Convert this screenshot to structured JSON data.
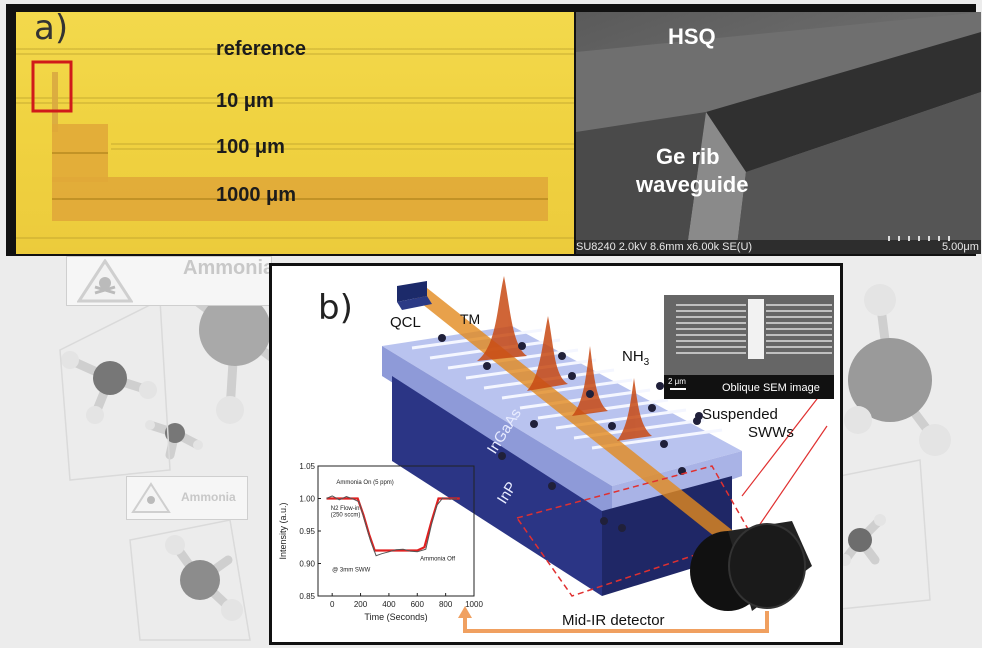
{
  "background": {
    "badge_large_text": "Ammonia",
    "badge_small_text": "Ammonia",
    "skull_icon": "skull-crossbones-icon"
  },
  "panel_a": {
    "letter": "a)",
    "micro_labels": [
      "reference",
      "10 μm",
      "100 μm",
      "1000 μm"
    ],
    "sem_top_label": "HSQ",
    "sem_mid_label_line1": "Ge rib",
    "sem_mid_label_line2": "waveguide",
    "sem_footer_info": "SU8240 2.0kV 8.6mm x6.00k SE(U)",
    "sem_scale": "5.00μm",
    "highlight_color": "#d01a1a"
  },
  "panel_b": {
    "letter": "b)",
    "qcl_label": "QCL",
    "tm_label": "TM",
    "nh3_label": "NH",
    "nh3_sub": "3",
    "ingaas_label": "InGaAs",
    "inp_label": "InP",
    "suspended_line1": "Suspended",
    "suspended_line2": "SWWs",
    "detector_label": "Mid-IR detector",
    "inset_sem_caption": "Oblique SEM image",
    "inset_sem_scale": "2 μm",
    "beam_color": "#e28a1e",
    "arrow_color": "#f0a060"
  },
  "chart_data": {
    "type": "line",
    "xlabel": "Time (Seconds)",
    "ylabel": "Intensity (a.u.)",
    "xlim": [
      -100,
      1000
    ],
    "ylim": [
      0.85,
      1.05
    ],
    "xticks": [
      0,
      200,
      400,
      600,
      800,
      1000
    ],
    "yticks": [
      0.85,
      0.9,
      0.95,
      1.0,
      1.05
    ],
    "ytick_labels": [
      "0.85",
      "0.90",
      "0.95",
      "1.00",
      "1.05"
    ],
    "annotations": [
      {
        "text": "Ammonia On (5 ppm)",
        "x": 30,
        "y": 1.022
      },
      {
        "text": "N2 Flow-in",
        "x": -10,
        "y": 0.982
      },
      {
        "text": "(250 sccm)",
        "x": -10,
        "y": 0.972
      },
      {
        "text": "Ammonia Off",
        "x": 620,
        "y": 0.905
      },
      {
        "text": "@ 3mm SWW",
        "x": 0,
        "y": 0.888
      }
    ],
    "series": [
      {
        "color": "#e02020",
        "x": [
          -40,
          0,
          50,
          100,
          150,
          180,
          220,
          260,
          300,
          350,
          400,
          450,
          500,
          550,
          600,
          650,
          700,
          750,
          800,
          850,
          900
        ],
        "y": [
          1.0,
          1.0,
          1.0,
          1.0,
          1.0,
          1.0,
          0.975,
          0.945,
          0.92,
          0.92,
          0.92,
          0.92,
          0.92,
          0.92,
          0.92,
          0.925,
          0.965,
          1.0,
          1.0,
          1.0,
          1.0
        ]
      },
      {
        "color": "#555555",
        "x": [
          -40,
          0,
          50,
          100,
          150,
          190,
          230,
          270,
          310,
          350,
          400,
          450,
          500,
          550,
          600,
          660,
          700,
          740,
          780,
          830,
          880
        ],
        "y": [
          1.0,
          1.004,
          0.998,
          1.003,
          0.999,
          0.995,
          0.965,
          0.935,
          0.912,
          0.915,
          0.918,
          0.921,
          0.922,
          0.919,
          0.918,
          0.922,
          0.96,
          0.99,
          1.001,
          0.999,
          1.0
        ]
      }
    ]
  }
}
